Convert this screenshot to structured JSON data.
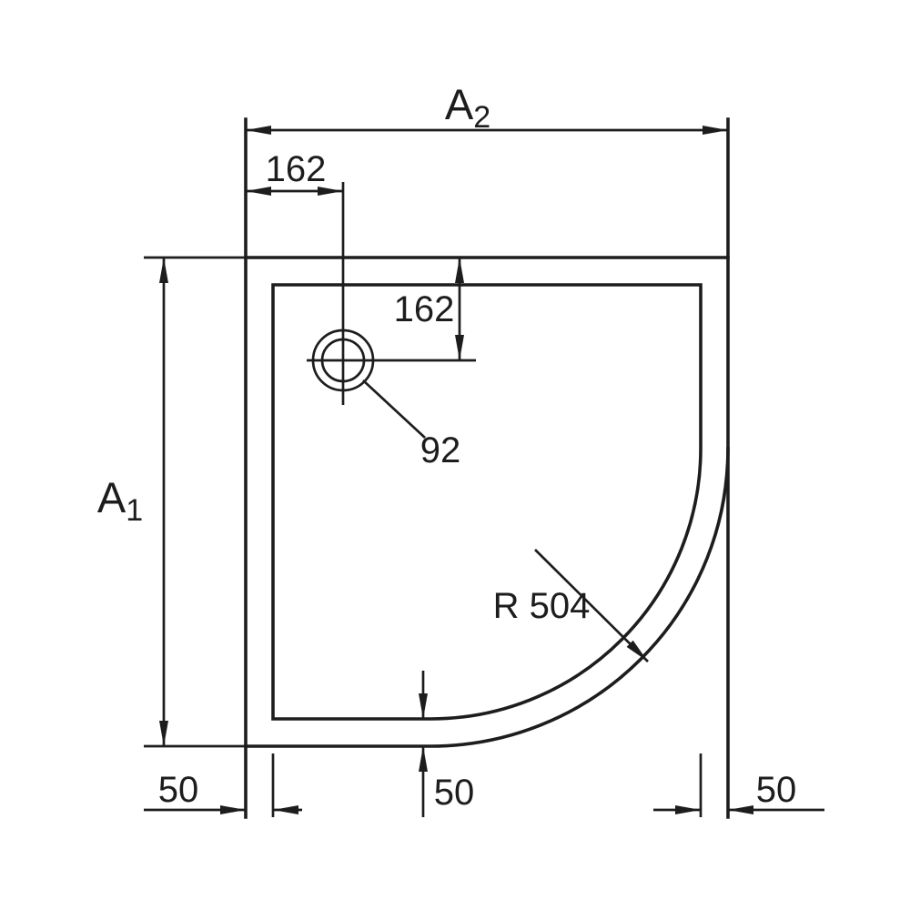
{
  "drawing": {
    "type": "shower-tray-dimension-drawing",
    "labels": {
      "overall_width": {
        "main": "A",
        "sub": "2"
      },
      "overall_height": {
        "main": "A",
        "sub": "1"
      },
      "drain_offset_horizontal": "162",
      "drain_offset_vertical": "162",
      "drain_diameter": "92",
      "corner_radius": "R 504",
      "rim_width_left": "50",
      "rim_width_bottom": "50",
      "rim_width_right": "50"
    },
    "colors": {
      "line": "#1d1d1d",
      "background": "#ffffff"
    }
  }
}
